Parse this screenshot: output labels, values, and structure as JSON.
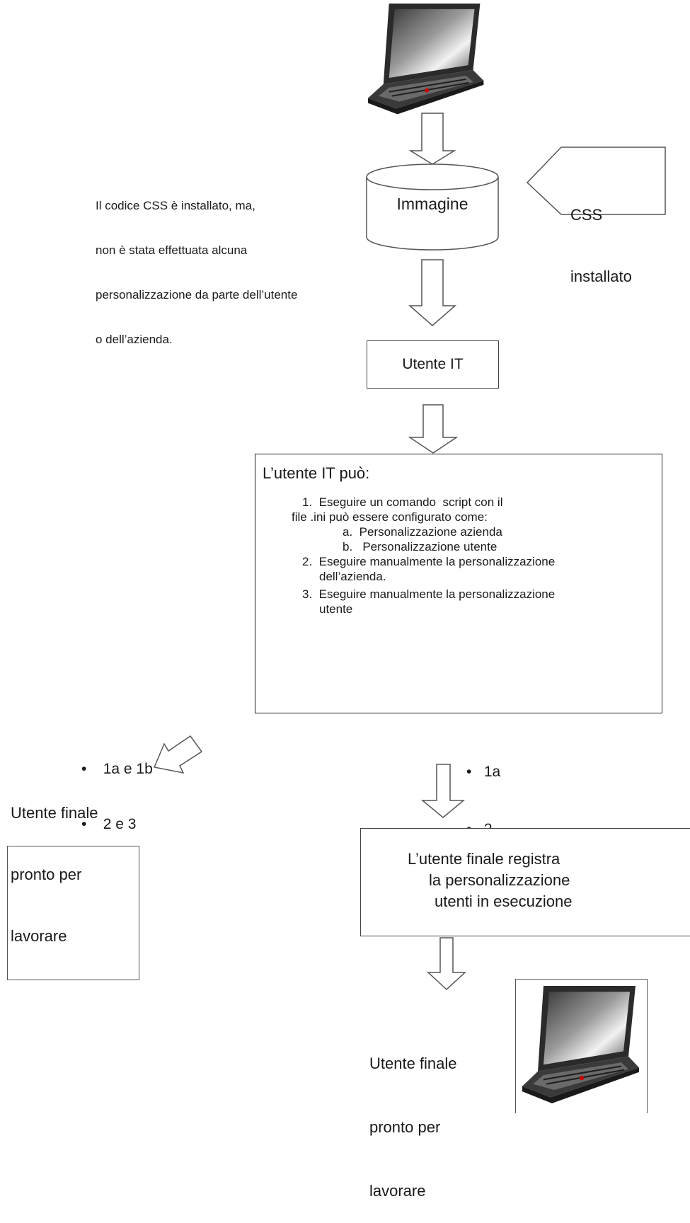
{
  "note_text": [
    "Il codice CSS è installato, ma,",
    "non è stata effettuata alcuna",
    "personalizzazione da parte dell’utente",
    "o dell’azienda."
  ],
  "image_label": "Immagine",
  "css_tag": [
    "CSS",
    "installato"
  ],
  "it_user_label": "Utente IT",
  "it_box": {
    "heading": "L’utente IT può:",
    "lines": [
      "1.  Eseguire un comando  script con il",
      "file .ini può essere configurato come:",
      "a.  Personalizzazione azienda",
      "b.   Personalizzazione utente",
      "2.  Eseguire manualmente la personalizzazione",
      "dell’azienda.",
      "3.  Eseguire manualmente la personalizzazione",
      "utente"
    ]
  },
  "left_bullets": [
    "1a e 1b",
    "2 e 3"
  ],
  "right_bullets": [
    "1a",
    "2"
  ],
  "left_ready": [
    "Utente finale",
    "pronto per",
    "lavorare"
  ],
  "register_box": [
    "L’utente finale registra",
    "la personalizzazione",
    "utenti in esecuzione"
  ],
  "bottom_ready": [
    "Utente finale",
    "pronto per",
    "lavorare"
  ],
  "bullet_char": "•",
  "icons": [
    "laptop-icon",
    "cylinder-shape",
    "arrow-down",
    "arrow-diagonal"
  ]
}
